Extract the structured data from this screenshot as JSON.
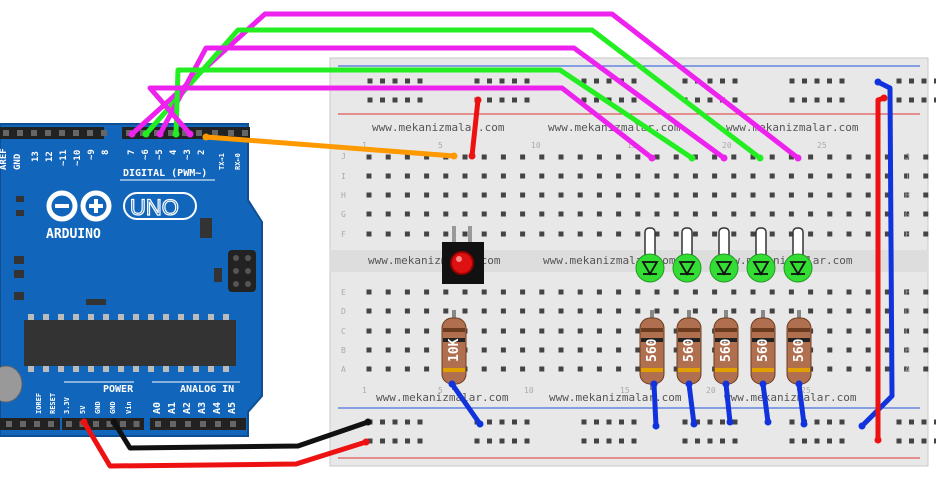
{
  "arduino": {
    "brand": "ARDUINO",
    "model": "UNO",
    "digital_header": "DIGITAL (PWM~)",
    "top_pins": [
      "AREF",
      "GND",
      "13",
      "12",
      "~11",
      "~10",
      "~9",
      "8",
      "7",
      "~6",
      "~5",
      "4",
      "~3",
      "2",
      "TX→1",
      "RX←0"
    ],
    "power_label": "POWER",
    "power_pins": [
      "IOREF",
      "RESET",
      "3.3V",
      "5V",
      "GND",
      "GND",
      "Vin"
    ],
    "analog_label": "ANALOG IN",
    "analog_pins": [
      "A0",
      "A1",
      "A2",
      "A3",
      "A4",
      "A5"
    ]
  },
  "breadboard": {
    "watermark": "www.mekanizmalar.com",
    "row_letters_top": [
      "J",
      "I",
      "H",
      "G",
      "F"
    ],
    "row_letters_bottom": [
      "E",
      "D",
      "C",
      "B",
      "A"
    ],
    "column_numbers": [
      "1",
      "5",
      "10",
      "15",
      "20",
      "25"
    ]
  },
  "components": {
    "resistor_pulldown": "10K",
    "resistor_led": "560"
  },
  "colors": {
    "wire_magenta": "#ee22ee",
    "wire_green": "#22ee22",
    "wire_orange": "#ff9900",
    "wire_red": "#ee1111",
    "wire_blue": "#1133dd",
    "wire_black": "#111111",
    "board_blue": "#1166bb",
    "breadboard": "#ececec"
  }
}
